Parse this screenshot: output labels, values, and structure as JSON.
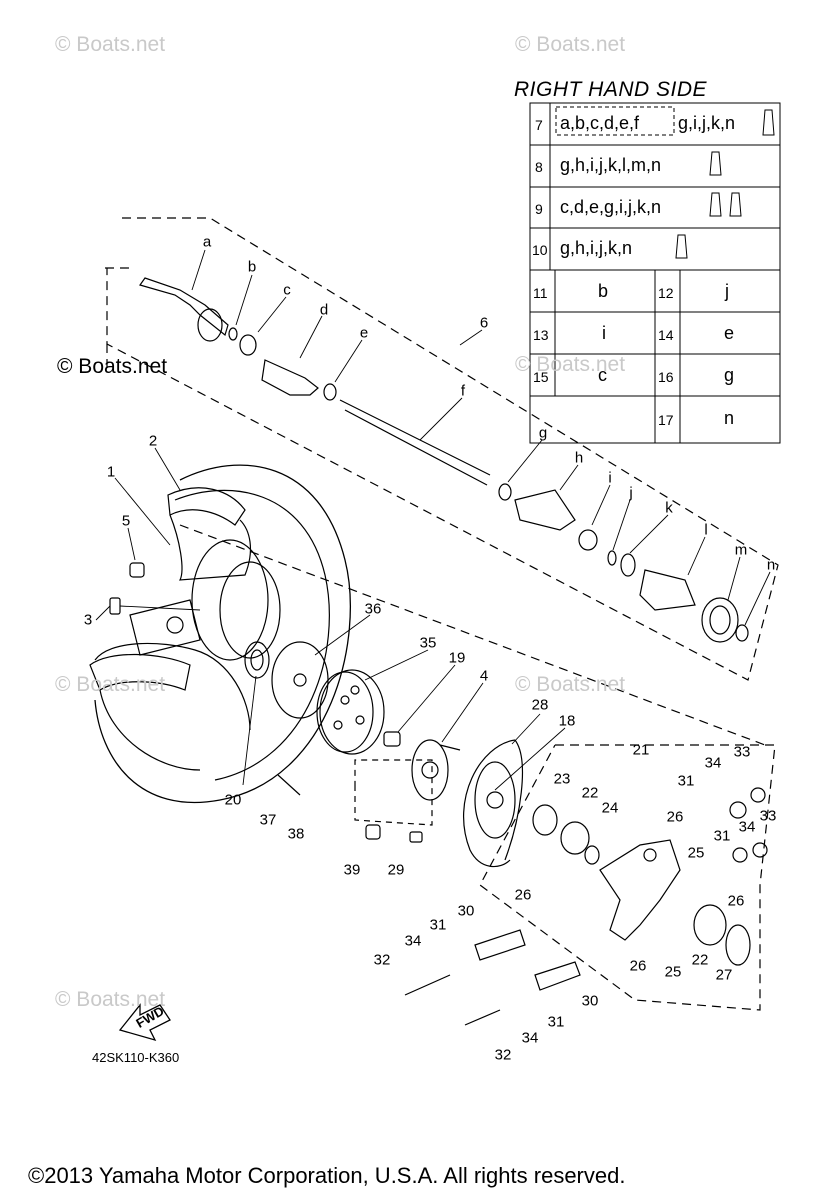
{
  "watermarks": [
    "© Boats.net",
    "© Boats.net",
    "© Boats.net",
    "© Boats.net",
    "© Boats.net",
    "© Boats.net",
    "© Boats.net"
  ],
  "table": {
    "title": "RIGHT HAND SIDE",
    "rows": [
      {
        "num": "7",
        "text_boxed": "a,b,c,d,e,f",
        "text": "g,i,j,k,n"
      },
      {
        "num": "8",
        "text": "g,h,i,j,k,l,m,n"
      },
      {
        "num": "9",
        "text": "c,d,e,g,i,j,k,n"
      },
      {
        "num": "10",
        "text": "g,h,i,j,k,n"
      }
    ],
    "pairs": [
      {
        "num": "11",
        "val": "b",
        "num2": "12",
        "val2": "j"
      },
      {
        "num": "13",
        "val": "i",
        "num2": "14",
        "val2": "e"
      },
      {
        "num": "15",
        "val": "c",
        "num2": "16",
        "val2": "g"
      },
      {
        "num": "",
        "val": "",
        "num2": "17",
        "val2": "n"
      }
    ]
  },
  "callouts": {
    "a": "a",
    "b": "b",
    "c": "c",
    "d": "d",
    "e": "e",
    "f": "f",
    "g": "g",
    "h": "h",
    "i": "i",
    "j": "j",
    "k": "k",
    "l": "l",
    "m": "m",
    "n": "n",
    "n1": "1",
    "n2": "2",
    "n3": "3",
    "n4": "4",
    "n5": "5",
    "n6": "6",
    "n18": "18",
    "n19": "19",
    "n20": "20",
    "n21": "21",
    "n22a": "22",
    "n22b": "22",
    "n23": "23",
    "n24": "24",
    "n25a": "25",
    "n25b": "25",
    "n26a": "26",
    "n26b": "26",
    "n26c": "26",
    "n26d": "26",
    "n27": "27",
    "n28": "28",
    "n29": "29",
    "n30a": "30",
    "n30b": "30",
    "n31a": "31",
    "n31b": "31",
    "n31c": "31",
    "n31d": "31",
    "n32a": "32",
    "n32b": "32",
    "n33a": "33",
    "n33b": "33",
    "n34a": "34",
    "n34b": "34",
    "n34c": "34",
    "n34d": "34",
    "n35": "35",
    "n36": "36",
    "n37": "37",
    "n38": "38",
    "n39": "39"
  },
  "fwd_label": "FWD",
  "diagram_code": "42SK110-K360",
  "copyright": "©2013 Yamaha Motor Corporation, U.S.A. All rights reserved."
}
